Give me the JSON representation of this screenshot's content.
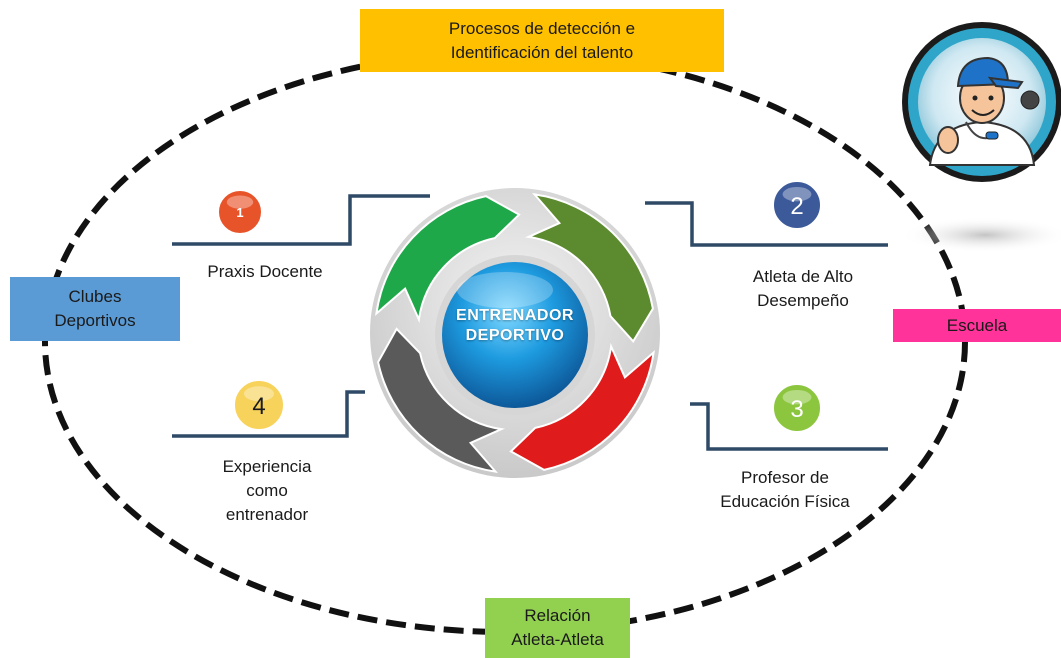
{
  "top_box": {
    "text": "Procesos de detección e\nIdentificación del talento",
    "color": "#FFC000"
  },
  "left_box": {
    "text": "Clubes\nDeportivos",
    "color": "#5B9BD5"
  },
  "right_box": {
    "text": "Escuela",
    "color": "#FF3399"
  },
  "bottom_box": {
    "text": "Relación\nAtleta-Atleta",
    "color": "#92D050"
  },
  "center": {
    "text": "ENTRENADOR\nDEPORTIVO"
  },
  "items": [
    {
      "number": "1",
      "label": "Praxis Docente",
      "color": "#E8542A"
    },
    {
      "number": "2",
      "label": "Atleta de Alto\nDesempeño",
      "color": "#3C5A9A"
    },
    {
      "number": "3",
      "label": "Profesor de\nEducación Física",
      "color": "#8CC63F"
    },
    {
      "number": "4",
      "label": "Experiencia\ncomo\nentrenador",
      "color": "#F7D35C"
    }
  ],
  "cycle_colors": {
    "green": "#1FA84A",
    "olive": "#5C8A2E",
    "red": "#E01B1B",
    "gray": "#5A5A5A"
  },
  "coach_icon": "coach-whistle-icon"
}
